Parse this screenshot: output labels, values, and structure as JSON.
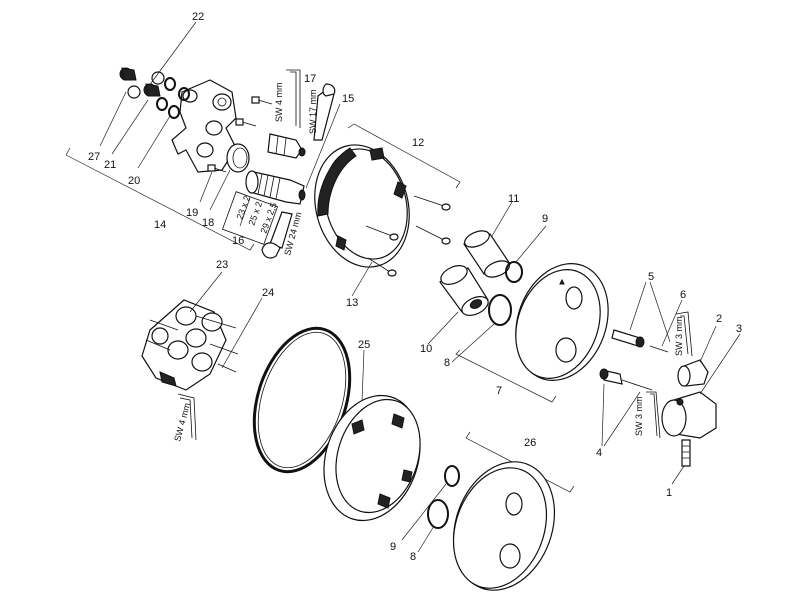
{
  "part_numbers": [
    "1",
    "2",
    "3",
    "4",
    "5",
    "6",
    "7",
    "8",
    "9",
    "10",
    "11",
    "12",
    "13",
    "14",
    "15",
    "16",
    "17",
    "18",
    "19",
    "20",
    "21",
    "22",
    "23",
    "24",
    "25",
    "26",
    "27"
  ],
  "second_callouts": {
    "8b": "8",
    "9b": "9"
  },
  "tool_labels": {
    "sw4_top": "SW 4 mm",
    "sw17": "SW 17 mm",
    "sw24": "SW 24 mm",
    "sw3_a": "SW 3 mm",
    "sw3_b": "SW 3 mm",
    "sw4_bottom": "SW 4 mm"
  },
  "oring_sizes": [
    "23 x 2",
    "25 x 2",
    "29 x 2,5"
  ]
}
